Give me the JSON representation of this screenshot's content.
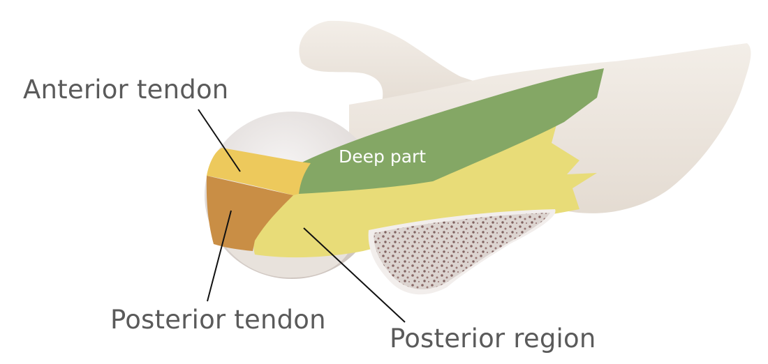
{
  "title": "Subscapularis regions on scapula",
  "labels": {
    "anterior_tendon": "Anterior tendon",
    "posterior_tendon": "Posterior tendon",
    "posterior_region": "Posterior region",
    "deep_part": "Deep part"
  },
  "colors": {
    "bone": "#ece4dc",
    "bone_shade": "#d9cfc6",
    "humeral_head": "#e9e5e4",
    "anterior_tendon": "#edc95c",
    "posterior_tendon": "#c98e45",
    "posterior_region": "#e8dc78",
    "deep_part": "#84a765",
    "cancellous_bone": "#d8d0cc",
    "cancellous_dots": "#8a6a68",
    "leader_line": "#111111",
    "label_text": "#5a5a5a"
  }
}
